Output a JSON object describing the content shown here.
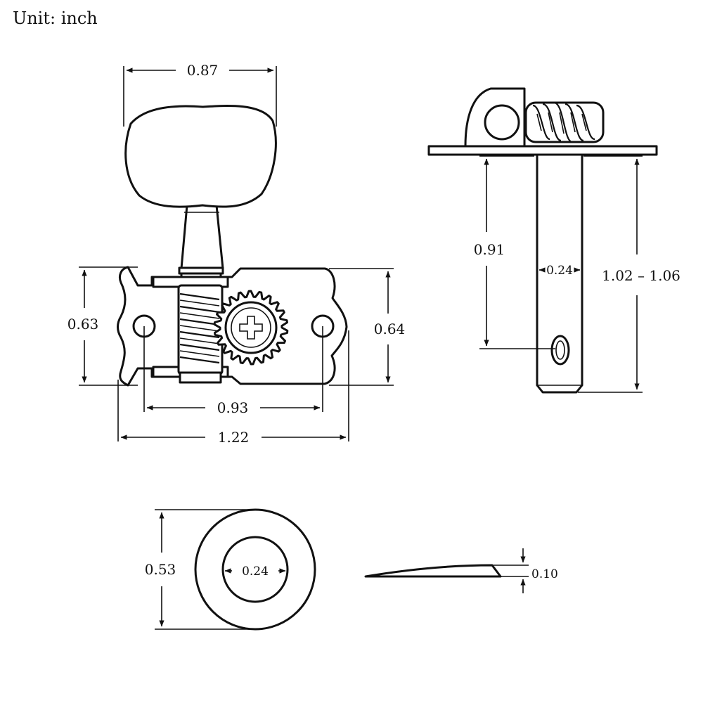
{
  "unit_label": "Unit: inch",
  "dimensions": {
    "button_width": "0.87",
    "plate_left_height": "0.63",
    "plate_right_height": "0.64",
    "hole_spacing": "0.93",
    "plate_length": "1.22",
    "post_to_hole": "0.91",
    "post_diameter": "0.24",
    "post_length": "1.02 – 1.06",
    "washer_outer": "0.53",
    "washer_inner": "0.24",
    "washer_thickness": "0.10"
  },
  "colors": {
    "ink": "#111111",
    "paper": "#ffffff"
  }
}
